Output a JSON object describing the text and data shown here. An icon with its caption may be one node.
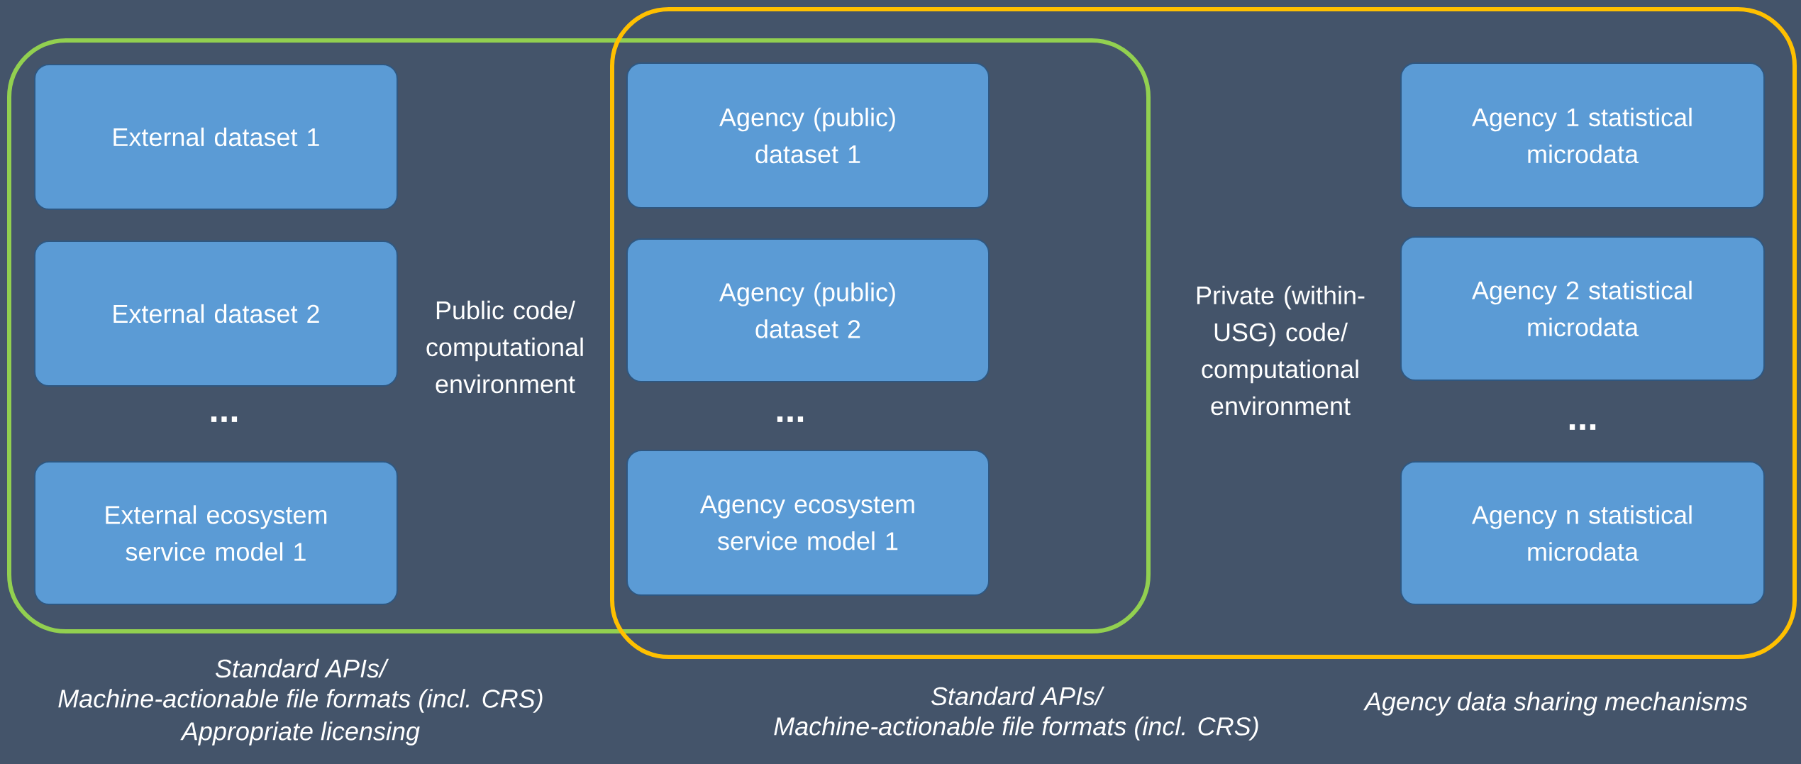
{
  "diagram": {
    "nodes": [
      {
        "text": [
          "Public code/ computational environment"
        ]
      },
      {
        "text": [
          "Private (within-USG) code/ computational environment"
        ]
      },
      {
        "text": [
          "External dataset 1"
        ],
        "in": 0
      },
      {
        "text": [
          "External dataset 2"
        ],
        "in": 0
      },
      {
        "text": [
          "External ecosystem service model 1"
        ],
        "in": 0
      },
      {
        "text": [
          "Agency (public) dataset 1"
        ]
      },
      {
        "text": [
          "Agency (public) dataset 2"
        ]
      },
      {
        "text": [
          "Agency ecosystem service model 1"
        ]
      },
      {
        "text": [
          "Agency 1 statistical microdata"
        ],
        "in": 1
      },
      {
        "text": [
          "Agency 2 statistical microdata"
        ],
        "in": 1
      },
      {
        "text": [
          "Agency n statistical microdata"
        ],
        "in": 1
      }
    ],
    "labels": [
      "...",
      "...",
      "...",
      "Standard APIs/",
      "Machine-actionable file formats (incl. CRS)",
      "Appropriate licensing",
      "Standard APIs/",
      "Machine-actionable file formats (incl. CRS)",
      "Agency data sharing mechanisms"
    ]
  }
}
